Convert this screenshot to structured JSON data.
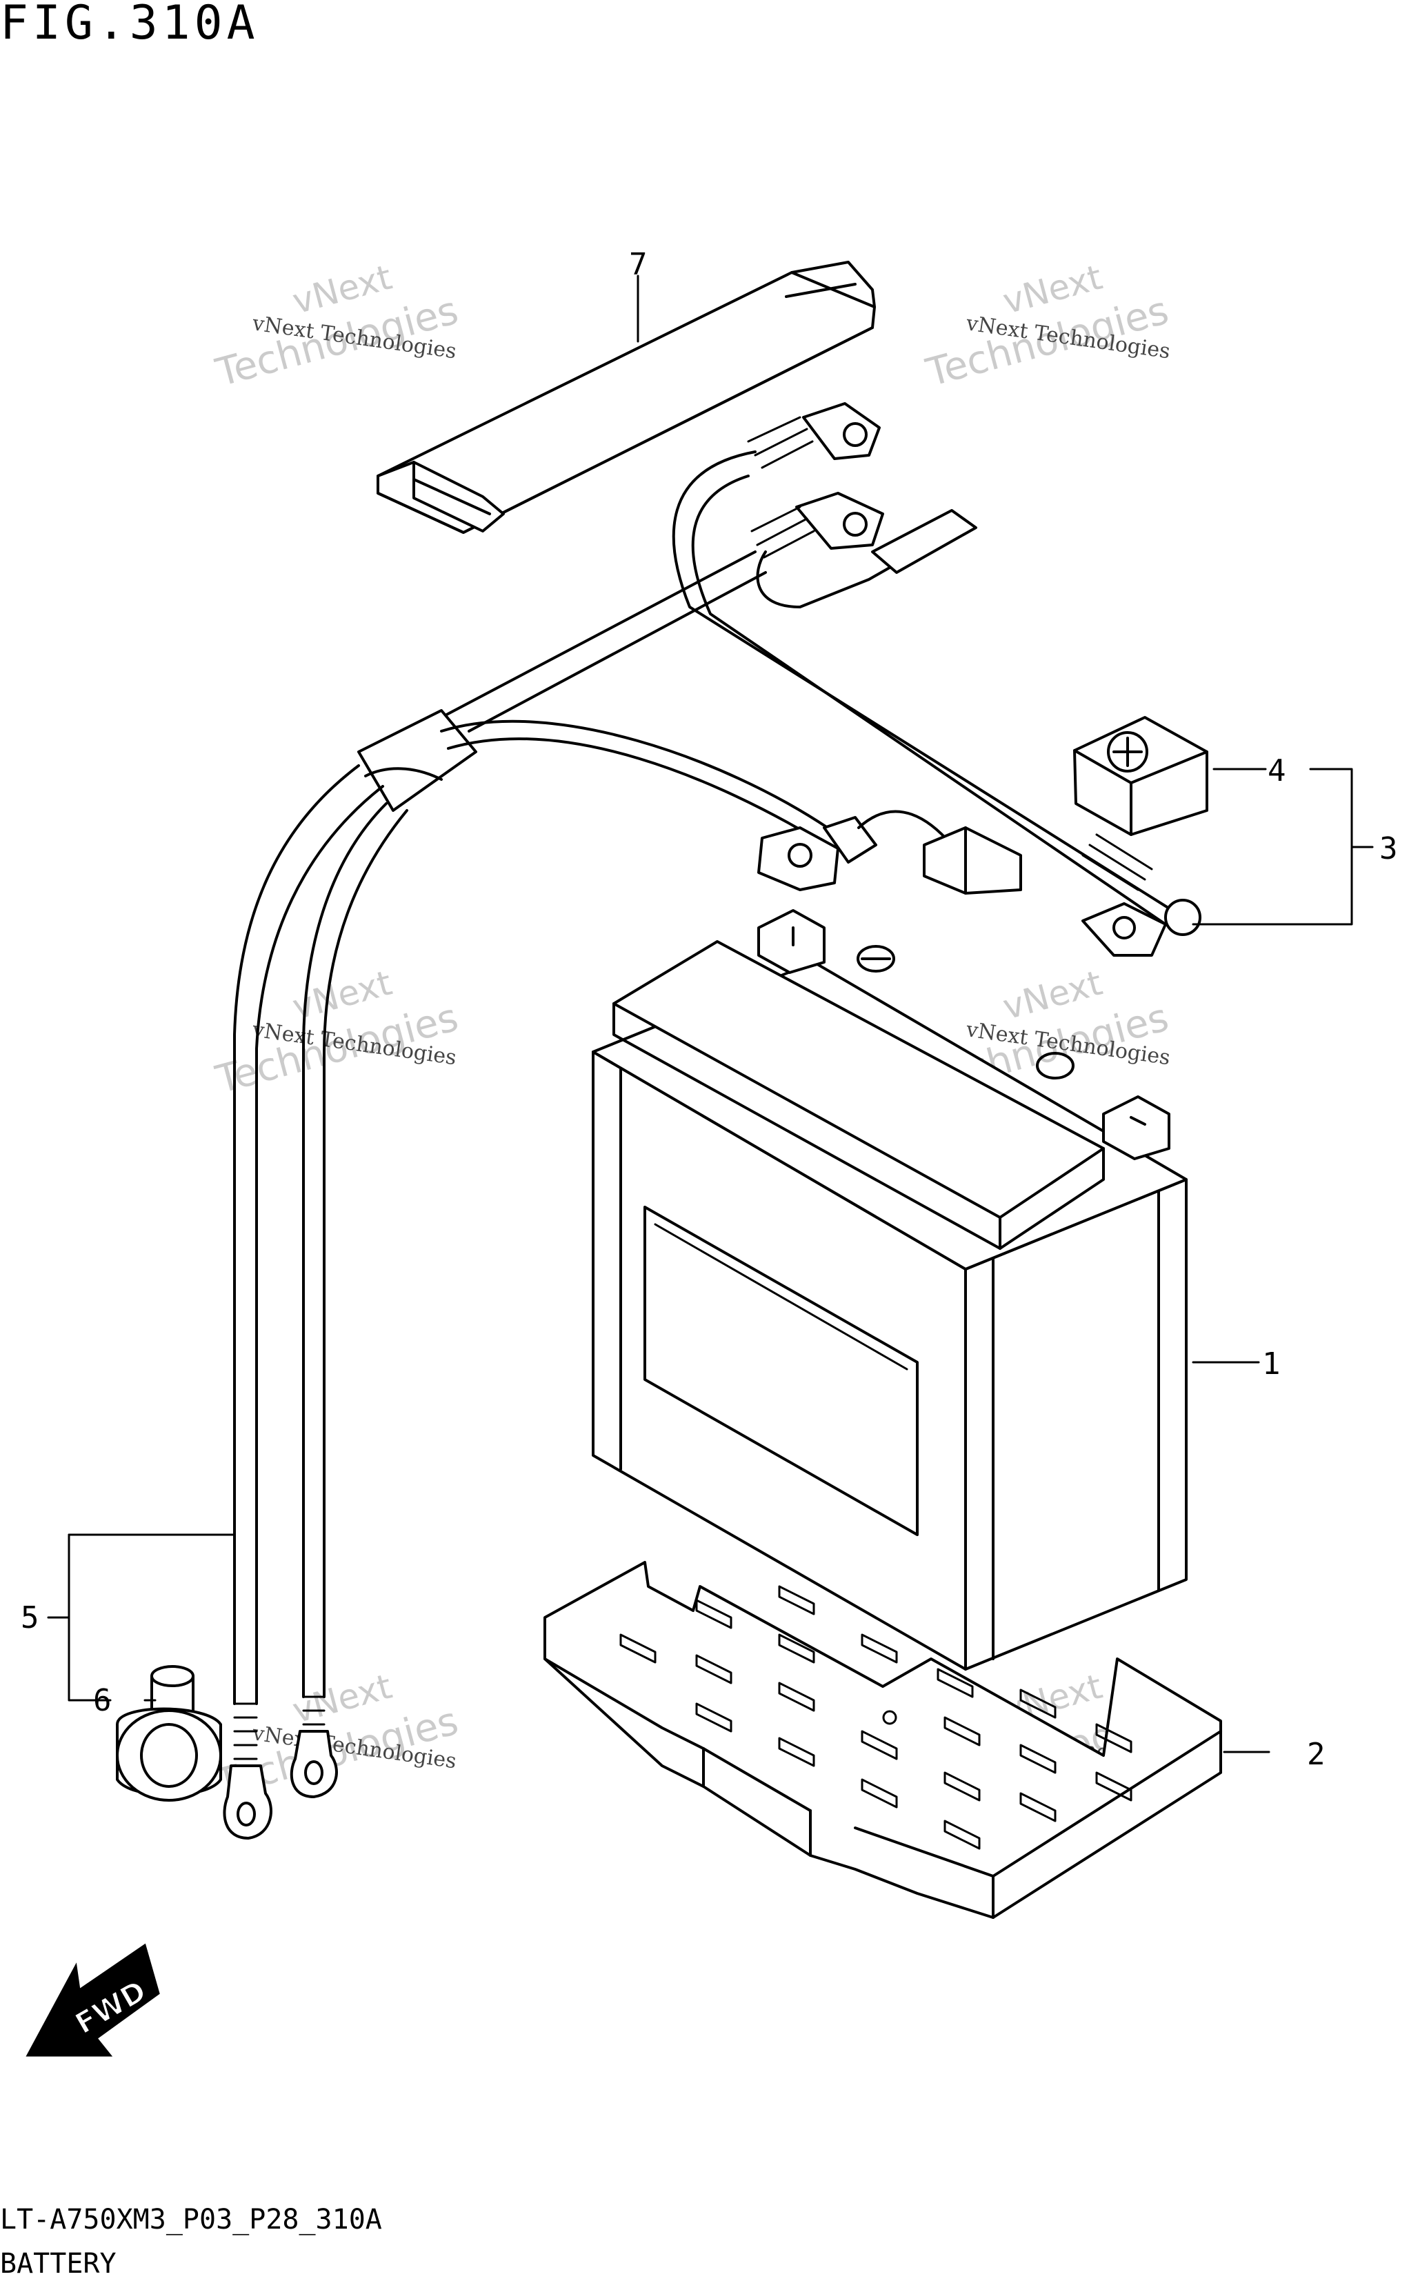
{
  "figure": {
    "title": "FIG.310A",
    "model_code": "LT-A750XM3_P03_P28_310A",
    "caption": "BATTERY"
  },
  "callouts": [
    "1",
    "2",
    "3",
    "4",
    "5",
    "6",
    "7"
  ],
  "watermark": {
    "line1": "vNext",
    "line2": "Technologies",
    "small": "vNext Technologies"
  },
  "direction_label": "FWD"
}
